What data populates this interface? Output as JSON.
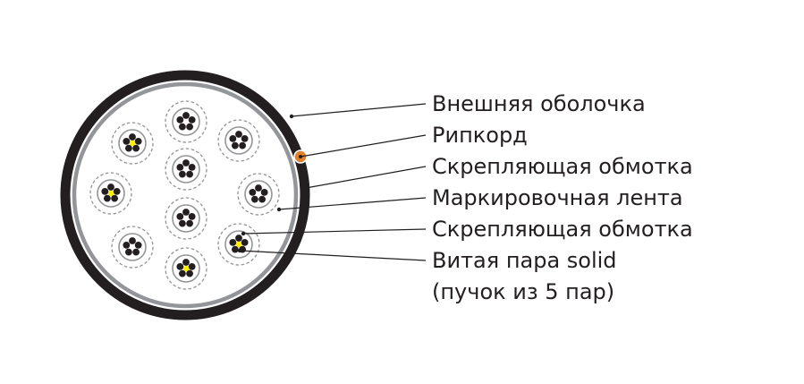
{
  "labels": {
    "outer_sheath": "Внешняя оболочка",
    "ripcord": "Рипкорд",
    "binder_wrap_outer": "Скрепляющая обмотка",
    "marking_tape": "Маркировочная лента",
    "binder_wrap_inner": "Скрепляющая обмотка",
    "twisted_pair_line1": "Витая пара solid",
    "twisted_pair_line2": "(пучок из 5 пар)"
  },
  "colors": {
    "sheath": "#231f20",
    "wrap": "#939598",
    "ripcord": "#e0822b",
    "conductor": "#231f20",
    "filler": "#fff200",
    "bundle_wrap": "#939598"
  }
}
